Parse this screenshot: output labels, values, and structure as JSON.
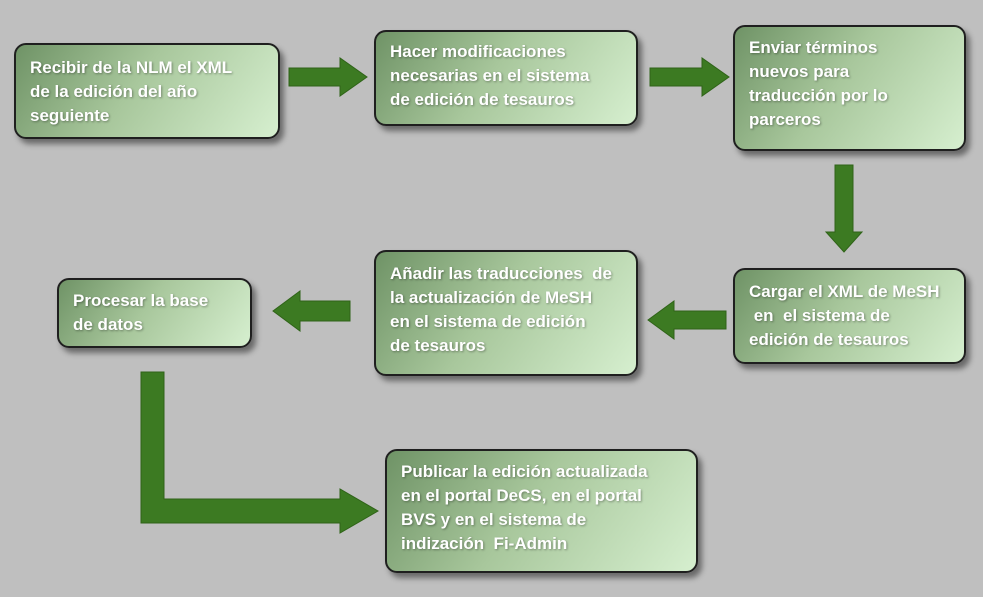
{
  "diagram": {
    "nodes": [
      {
        "id": "recibir",
        "lines": [
          "Recibir de la NLM el XML",
          "de la edición del año",
          "seguiente"
        ]
      },
      {
        "id": "hacer",
        "lines": [
          "Hacer modificaciones",
          "necesarias  en el sistema",
          "de edición de tesauros"
        ]
      },
      {
        "id": "enviar",
        "lines": [
          "Enviar términos",
          "nuevos para",
          "traducción por lo",
          "parceros"
        ]
      },
      {
        "id": "cargar",
        "lines": [
          "Cargar el XML de MeSH",
          " en  el sistema de",
          "edición de tesauros"
        ]
      },
      {
        "id": "anadir",
        "lines": [
          "Añadir las traducciones  de",
          "la actualización de MeSH",
          "en el sistema de edición",
          "de tesauros"
        ]
      },
      {
        "id": "procesar",
        "lines": [
          "Procesar la base",
          "de datos"
        ]
      },
      {
        "id": "publicar",
        "lines": [
          "Publicar la edición actualizada",
          "en el portal DeCS, en el portal",
          "BVS y en el sistema de",
          "indización  Fi-Admin"
        ]
      }
    ],
    "edges": [
      {
        "from": "recibir",
        "to": "hacer"
      },
      {
        "from": "hacer",
        "to": "enviar"
      },
      {
        "from": "enviar",
        "to": "cargar"
      },
      {
        "from": "cargar",
        "to": "anadir"
      },
      {
        "from": "anadir",
        "to": "procesar"
      },
      {
        "from": "procesar",
        "to": "publicar"
      }
    ],
    "colors": {
      "background": "#bfbfbf",
      "arrow": "#3c7a22",
      "box_dark": "#6f9366",
      "box_light": "#d6efcf",
      "text": "#ffffff"
    }
  }
}
